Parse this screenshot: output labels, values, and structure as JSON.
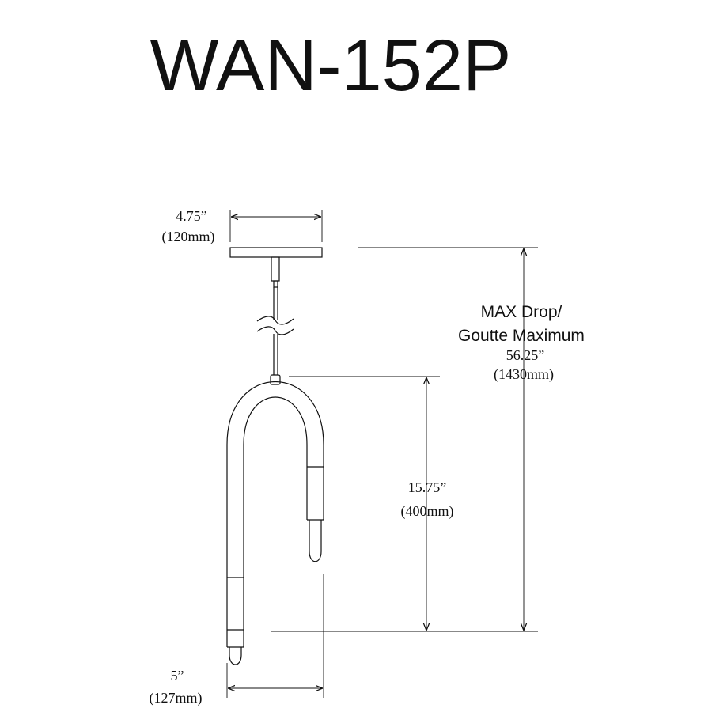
{
  "model": "WAN-152P",
  "dimensions": {
    "canopy_width": {
      "imperial": "4.75”",
      "metric": "(120mm)"
    },
    "max_drop": {
      "label_en": "MAX Drop/",
      "label_fr": "Goutte Maximum",
      "imperial": "56.25”",
      "metric": "(1430mm)"
    },
    "body_height": {
      "imperial": "15.75”",
      "metric": "(400mm)"
    },
    "body_width": {
      "imperial": "5”",
      "metric": "(127mm)"
    }
  }
}
